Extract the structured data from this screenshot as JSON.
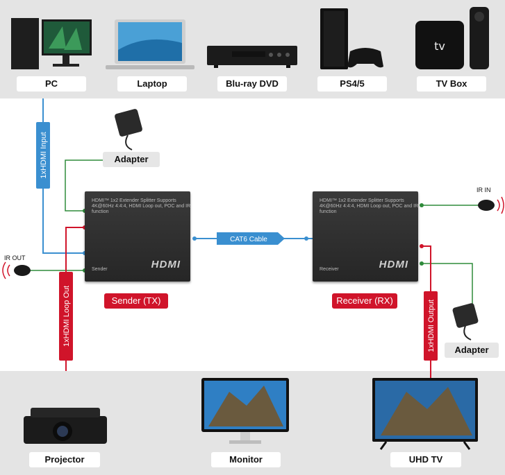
{
  "sources": [
    {
      "label": "PC",
      "icon": "pc-icon"
    },
    {
      "label": "Laptop",
      "icon": "laptop-icon"
    },
    {
      "label": "Blu-ray DVD",
      "icon": "bluray-player-icon"
    },
    {
      "label": "PS4/5",
      "icon": "game-console-icon"
    },
    {
      "label": "TV Box",
      "icon": "tv-box-icon"
    }
  ],
  "outputs": [
    {
      "label": "Projector",
      "icon": "projector-icon"
    },
    {
      "label": "Monitor",
      "icon": "monitor-icon"
    },
    {
      "label": "UHD TV",
      "icon": "uhd-tv-icon"
    }
  ],
  "adapter_label": "Adapter",
  "ir_out_label": "IR OUT",
  "ir_in_label": "IR IN",
  "hdmi_input_label": "1xHDMI Input",
  "hdmi_loop_label": "1xHDMI Loop Out",
  "hdmi_output_label": "1xHDMI Output",
  "cable_label": "CAT6 Cable",
  "sender": {
    "spec_text": "HDMI™ 1x2 Extender Splitter Supports 4K@60Hz 4:4:4, HDMI Loop out, POC and IR function",
    "role": "Sender",
    "logo": "HDMI",
    "caption": "Sender (TX)"
  },
  "receiver": {
    "spec_text": "HDMI™ 1x2 Extender Splitter Supports 4K@60Hz 4:4:4, HDMI Loop out, POC and IR function",
    "role": "Receiver",
    "logo": "HDMI",
    "caption": "Receiver (RX)"
  },
  "colors": {
    "hdmi_input_line": "#3a8fd0",
    "power_ir_line": "#2e8b3a",
    "hdmi_out_line": "#d0142a",
    "cat6_line": "#3a8fd0"
  }
}
